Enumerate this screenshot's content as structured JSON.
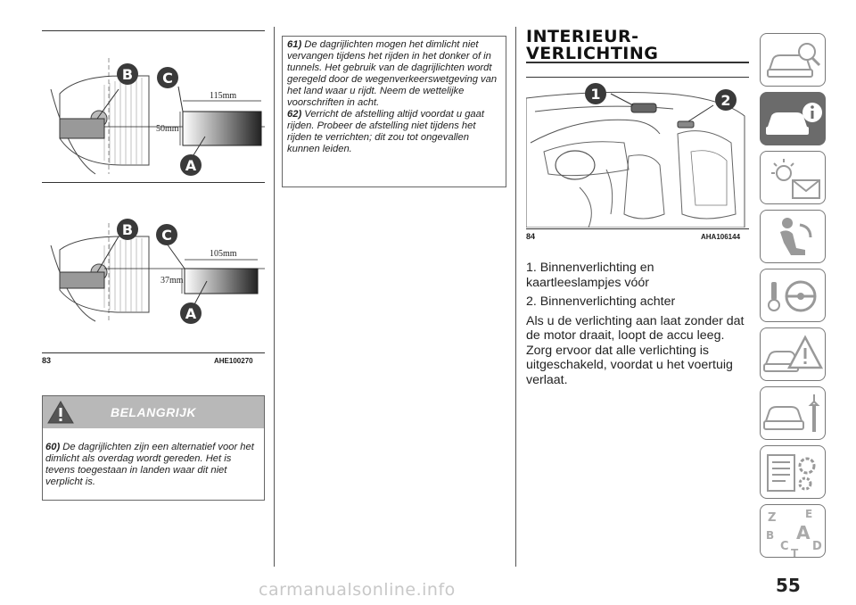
{
  "figures": {
    "fig83": {
      "top": {
        "label_b": "B",
        "label_c": "C",
        "label_a": "A",
        "dim_width": "115mm",
        "dim_height": "50mm"
      },
      "bottom": {
        "label_b": "B",
        "label_c": "C",
        "label_a": "A",
        "dim_width": "105mm",
        "dim_height": "37mm"
      },
      "number": "83",
      "code": "AHE100270"
    },
    "fig84": {
      "label_1": "1",
      "label_2": "2",
      "number": "84",
      "code": "AHA106144"
    }
  },
  "warning": {
    "title": "BELANGRIJK",
    "note60_num": "60)",
    "note60_text": "De dagrijlichten zijn een alternatief voor het dimlicht als overdag wordt gereden. Het is tevens toegestaan in landen waar dit niet verplicht is."
  },
  "notes": {
    "note61_num": "61)",
    "note61_text": "De dagrijlichten mogen het dimlicht niet vervangen tijdens het rijden in het donker of in tunnels. Het gebruik van de dagrijlichten wordt geregeld door de wegenverkeerswetgeving van het land waar u rijdt. Neem de wettelijke voorschriften in acht.",
    "note62_num": "62)",
    "note62_text": "Verricht de afstelling altijd voordat u gaat rijden. Probeer de afstelling niet tijdens het rijden te verrichten; dit zou tot ongevallen kunnen leiden."
  },
  "section": {
    "heading_line1": "INTERIEUR-",
    "heading_line2": "VERLICHTING",
    "item1": "1. Binnenverlichting en kaartleeslampjes vóór",
    "item2": "2. Binnenverlichting achter",
    "para1": "Als u de verlichting aan laat zonder dat de motor draait, loopt de accu leeg. Zorg ervoor dat alle verlichting is uitgeschakeld, voordat u het voertuig verlaat."
  },
  "sidebar": {
    "tabs": [
      {
        "name": "car-search-icon"
      },
      {
        "name": "car-info-icon",
        "active": true
      },
      {
        "name": "light-message-icon"
      },
      {
        "name": "airbag-person-icon"
      },
      {
        "name": "key-steering-wheel-icon"
      },
      {
        "name": "car-warning-icon"
      },
      {
        "name": "car-wrench-icon"
      },
      {
        "name": "spec-list-gear-icon"
      },
      {
        "name": "alphabet-index-icon"
      }
    ],
    "alphabet": {
      "z": "Z",
      "e": "E",
      "b": "B",
      "a": "A",
      "c": "C",
      "d": "D",
      "t": "T"
    }
  },
  "page": {
    "number": "55"
  },
  "watermark": {
    "text": "carmanualsonline.info"
  }
}
